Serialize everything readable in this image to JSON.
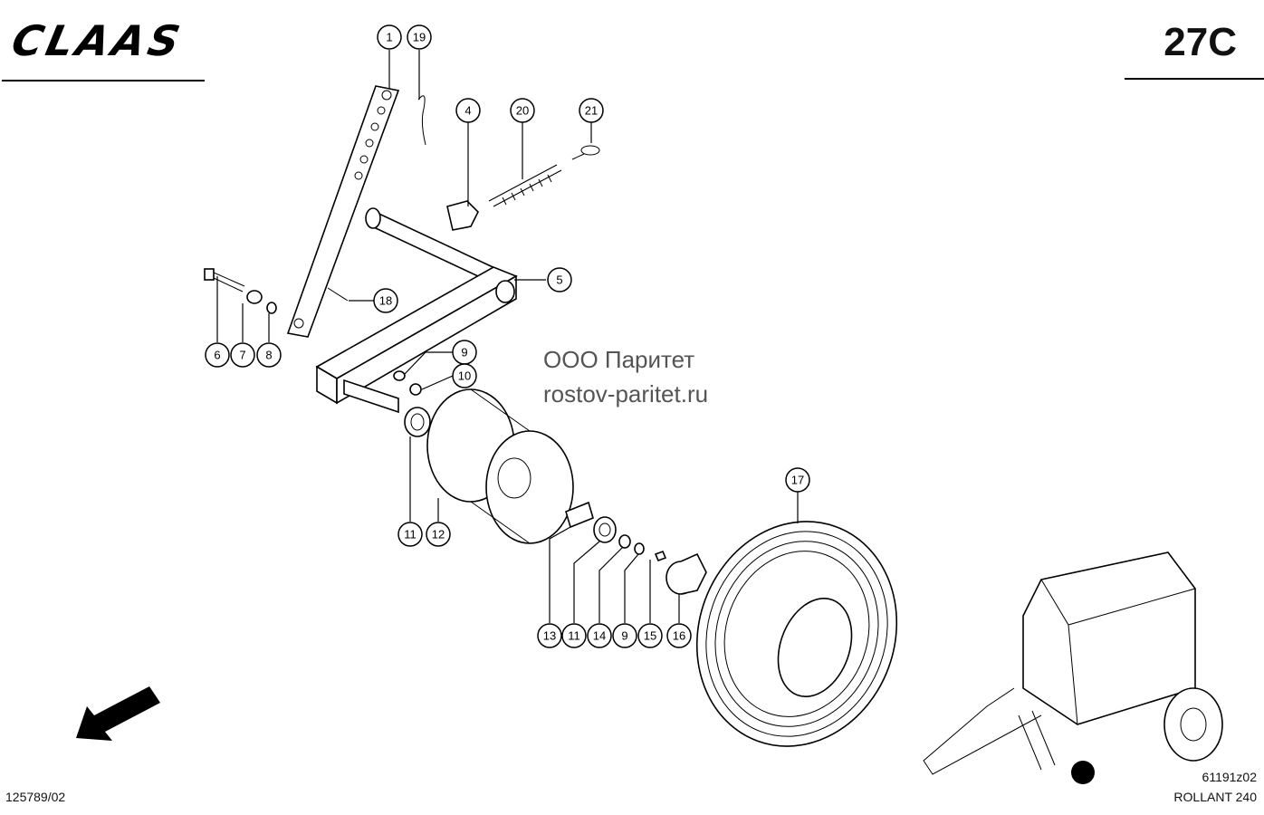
{
  "header": {
    "brand": "CLAAS",
    "sheet_number": "27C"
  },
  "watermark": {
    "line1": "ООО Паритет",
    "line2": "rostov-paritet.ru"
  },
  "footer": {
    "document_number": "125789/02",
    "illustration_number": "61191z02",
    "model": "ROLLANT 240"
  },
  "callouts": [
    {
      "label": "1"
    },
    {
      "label": "19"
    },
    {
      "label": "4"
    },
    {
      "label": "20"
    },
    {
      "label": "21"
    },
    {
      "label": "5"
    },
    {
      "label": "18"
    },
    {
      "label": "6"
    },
    {
      "label": "7"
    },
    {
      "label": "8"
    },
    {
      "label": "9"
    },
    {
      "label": "10"
    },
    {
      "label": "11"
    },
    {
      "label": "12"
    },
    {
      "label": "17"
    },
    {
      "label": "13"
    },
    {
      "label": "11"
    },
    {
      "label": "14"
    },
    {
      "label": "9"
    },
    {
      "label": "15"
    },
    {
      "label": "16"
    }
  ]
}
